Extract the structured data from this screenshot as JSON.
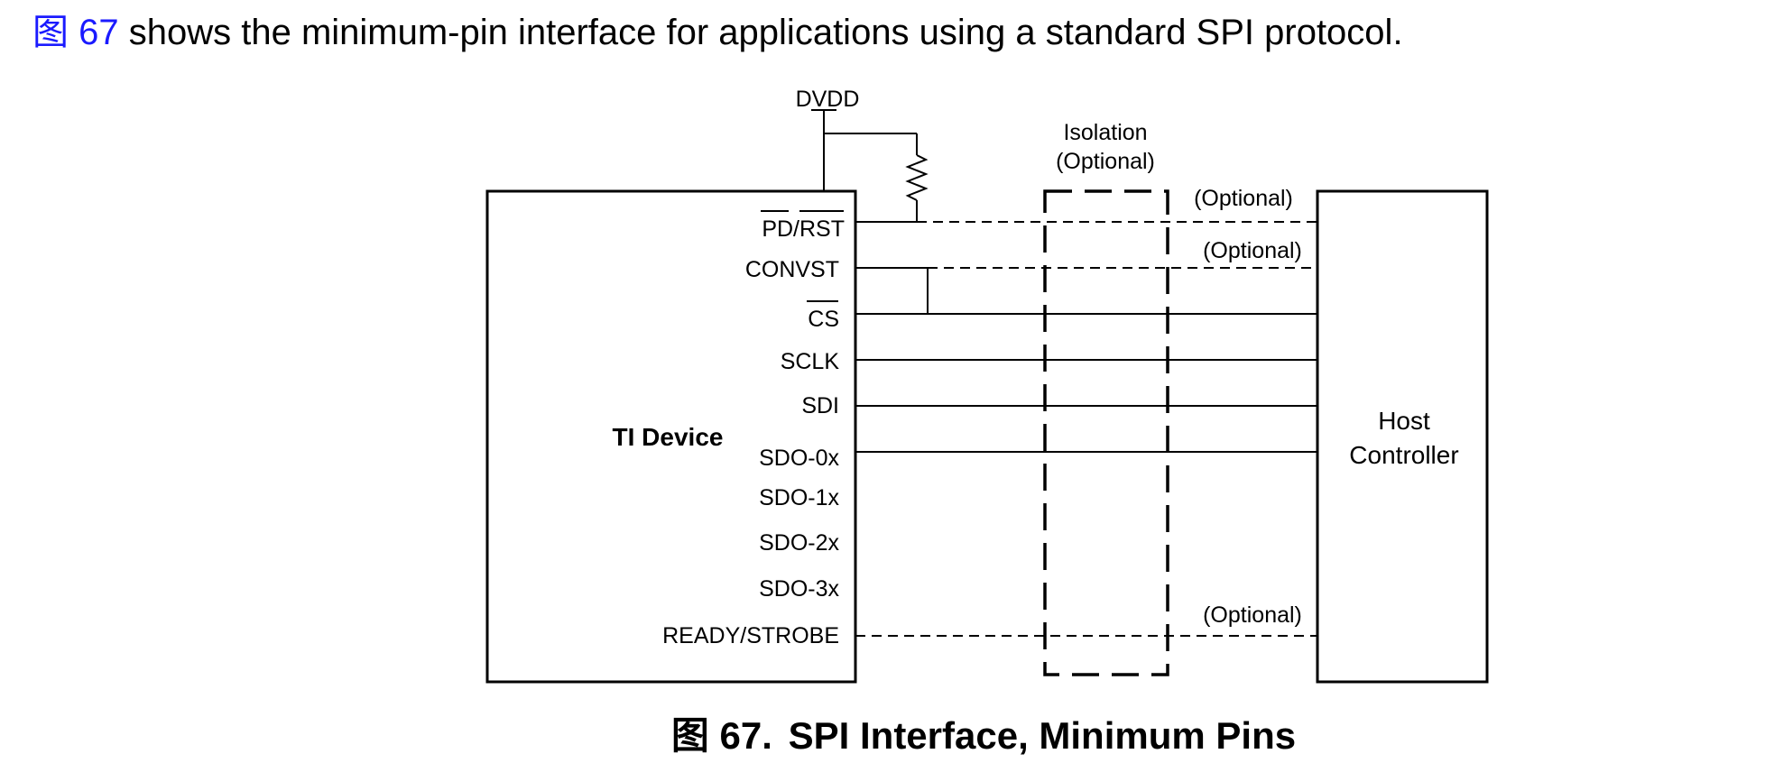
{
  "intro": {
    "ref": "图 67",
    "text": "shows the minimum-pin interface for applications using a standard SPI protocol."
  },
  "diagram": {
    "supply": "DVDD",
    "isolation": {
      "line1": "Isolation",
      "line2": "(Optional)"
    },
    "device": {
      "name": "TI Device",
      "pins": [
        {
          "label": "PD/RST",
          "overline": [
            "PD",
            "RST"
          ]
        },
        {
          "label": "CONVST"
        },
        {
          "label": "CS",
          "overline": [
            "CS"
          ]
        },
        {
          "label": "SCLK"
        },
        {
          "label": "SDI"
        },
        {
          "label": "SDO-0x"
        },
        {
          "label": "SDO-1x"
        },
        {
          "label": "SDO-2x"
        },
        {
          "label": "SDO-3x"
        },
        {
          "label": "READY/STROBE"
        }
      ]
    },
    "host": {
      "line1": "Host",
      "line2": "Controller"
    },
    "optional_labels": [
      "(Optional)",
      "(Optional)",
      "(Optional)"
    ]
  },
  "caption": {
    "number": "图 67.",
    "title": "SPI Interface, Minimum Pins"
  }
}
